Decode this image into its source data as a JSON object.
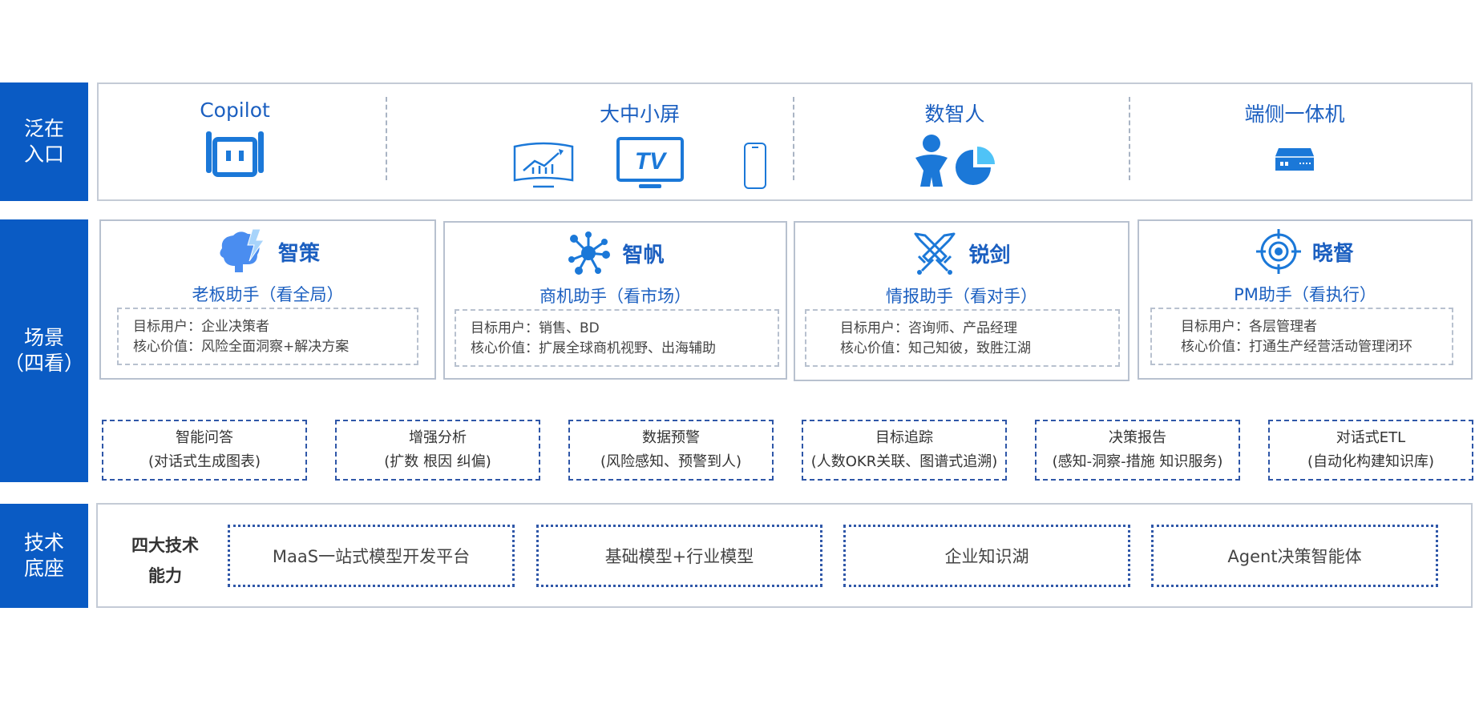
{
  "rows": {
    "entry": [
      "泛在",
      "入口"
    ],
    "scene": [
      "场景",
      "（四看）"
    ],
    "tech": [
      "技术",
      "底座"
    ]
  },
  "entries": [
    {
      "title": "Copilot",
      "icon": "copilot-robot-icon"
    },
    {
      "title": "大中小屏",
      "icons": [
        "curved-screen-chart-icon",
        "tv-icon",
        "phone-icon"
      ]
    },
    {
      "title": "数智人",
      "icons": [
        "digital-human-icon",
        "pie-chart-icon"
      ]
    },
    {
      "title": "端侧一体机",
      "icon": "server-box-icon"
    }
  ],
  "cards": [
    {
      "name": "智策",
      "icon": "brain-lightning-icon",
      "subtitle": "老板助手（看全局）",
      "user": "目标用户：企业决策者",
      "value": "核心价值：风险全面洞察+解决方案"
    },
    {
      "name": "智帆",
      "icon": "network-hub-icon",
      "subtitle": "商机助手（看市场）",
      "user": "目标用户：销售、BD",
      "value": "核心价值：扩展全球商机视野、出海辅助"
    },
    {
      "name": "锐剑",
      "icon": "crossed-swords-icon",
      "subtitle": "情报助手（看对手）",
      "user": "目标用户：咨询师、产品经理",
      "value": "核心价值：知己知彼，致胜江湖"
    },
    {
      "name": "晓督",
      "icon": "target-crosshair-icon",
      "subtitle": "PM助手（看执行）",
      "user": "目标用户：各层管理者",
      "value": "核心价值：打通生产经营活动管理闭环"
    }
  ],
  "features": [
    {
      "title": "智能问答",
      "desc": "(对话式生成图表)"
    },
    {
      "title": "增强分析",
      "desc": "(扩数 根因 纠偏)"
    },
    {
      "title": "数据预警",
      "desc": "(风险感知、预警到人)"
    },
    {
      "title": "目标追踪",
      "desc": "(人数OKR关联、图谱式追溯)"
    },
    {
      "title": "决策报告",
      "desc": "(感知-洞察-措施 知识服务)"
    },
    {
      "title": "对话式ETL",
      "desc": "(自动化构建知识库)"
    }
  ],
  "tech": {
    "label": [
      "四大技术",
      "能力"
    ],
    "items": [
      "MaaS一站式模型开发平台",
      "基础模型+行业模型",
      "企业知识湖",
      "Agent决策智能体"
    ]
  },
  "colors": {
    "sidebar": "#0a5bc4",
    "accent": "#1b5fc0",
    "icon_light": "#4fa3f5",
    "dashed": "#2f57a8"
  }
}
